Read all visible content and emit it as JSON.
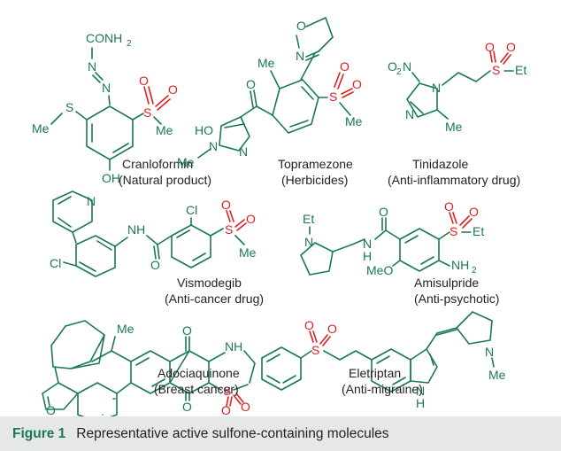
{
  "molecules": [
    {
      "name": "Cranloformin",
      "category": "(Natural product)"
    },
    {
      "name": "Topramezone",
      "category": "(Herbicides)"
    },
    {
      "name": "Tinidazole",
      "category": "(Anti-inflammatory drug)"
    },
    {
      "name": "Vismodegib",
      "category": "(Anti-cancer drug)"
    },
    {
      "name": "Amisulpride",
      "category": "(Anti-psychotic)"
    },
    {
      "name": "Adociaquinone",
      "category": "(Breast cancer)"
    },
    {
      "name": "Eletriptan",
      "category": "(Anti-migraine)"
    }
  ],
  "atoms": {
    "conh2": "CONH",
    "conh2_sub": "2",
    "n": "N",
    "s": "S",
    "o": "O",
    "me": "Me",
    "oh": "OH",
    "ho": "HO",
    "nh": "NH",
    "n_lower": "N",
    "h": "H",
    "o2n": "O",
    "o2n_sub": "2",
    "o2n_n": "N",
    "et": "Et",
    "cl": "Cl",
    "meo": "MeO",
    "nh2": "NH",
    "nh2_sub": "2"
  },
  "colors": {
    "structure": "#1a7a4f",
    "sulfone": "#e02020",
    "caption_bg": "#e6e7e8"
  },
  "caption": {
    "label": "Figure 1",
    "text": "Representative active sulfone-containing molecules"
  }
}
